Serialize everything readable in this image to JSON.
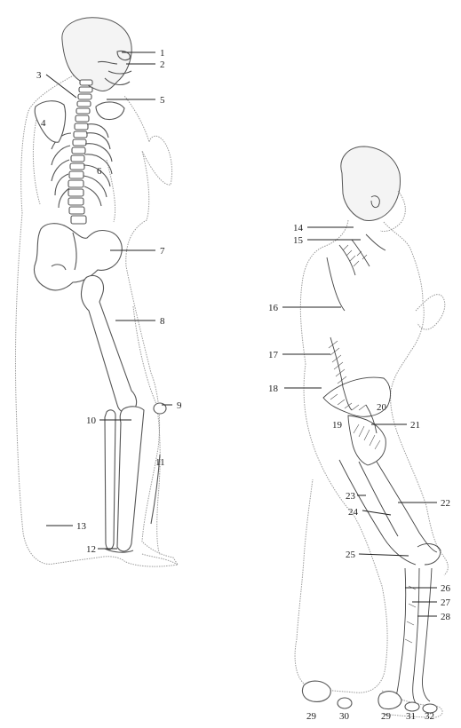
{
  "labels": [
    "1",
    "2",
    "3",
    "4",
    "5",
    "6",
    "7",
    "8",
    "9",
    "10",
    "11",
    "12",
    "13",
    "14",
    "15",
    "16",
    "17",
    "18",
    "19",
    "20",
    "21",
    "22",
    "23",
    "24",
    "25",
    "26",
    "27",
    "28",
    "29",
    "30",
    "31",
    "32"
  ]
}
